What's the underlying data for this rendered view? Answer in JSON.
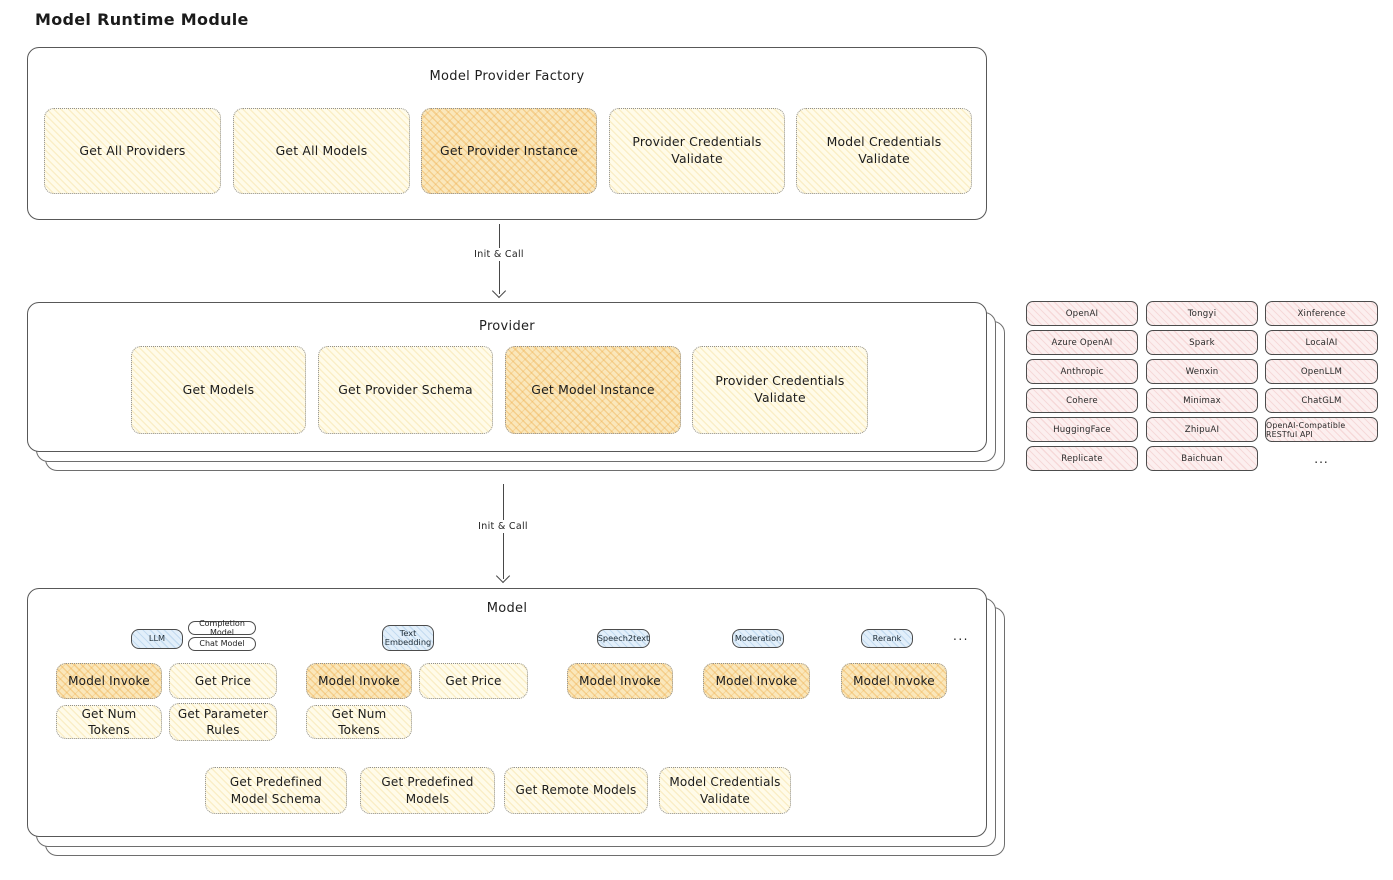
{
  "page_title": "Model Runtime Module",
  "arrows": {
    "label1": "Init & Call",
    "label2": "Init & Call"
  },
  "colors": {
    "node_yellow": "#FFFBE9",
    "node_orange_highlight": "#FAE7BB",
    "vendor_pink": "#FCEFEF",
    "chip_blue": "#E2EFFA",
    "border_dark": "#4c4c4c"
  },
  "factory": {
    "title": "Model Provider Factory",
    "items": [
      "Get All Providers",
      "Get All Models",
      "Get Provider Instance",
      "Provider Credentials Validate",
      "Model Credentials Validate"
    ]
  },
  "provider": {
    "title": "Provider",
    "items": [
      "Get Models",
      "Get Provider Schema",
      "Get Model Instance",
      "Provider Credentials Validate"
    ]
  },
  "vendors": {
    "col1": [
      "OpenAI",
      "Azure OpenAI",
      "Anthropic",
      "Cohere",
      "HuggingFace",
      "Replicate"
    ],
    "col2": [
      "Tongyi",
      "Spark",
      "Wenxin",
      "Minimax",
      "ZhipuAI",
      "Baichuan"
    ],
    "col3": [
      "Xinference",
      "LocalAI",
      "OpenLLM",
      "ChatGLM",
      "OpenAI-Compatible RESTful API"
    ],
    "more": "..."
  },
  "model": {
    "title": "Model",
    "chips": {
      "llm": "LLM",
      "completion": "Completion Model",
      "chat": "Chat Model",
      "text_embedding": "Text Embedding",
      "speech2text": "Speech2text",
      "moderation": "Moderation",
      "rerank": "Rerank",
      "more": "..."
    },
    "functions": {
      "llm": [
        "Model Invoke",
        "Get Price",
        "Get Num Tokens",
        "Get Parameter Rules"
      ],
      "text_embedding": [
        "Model Invoke",
        "Get Price",
        "Get Num Tokens"
      ],
      "speech2text": [
        "Model Invoke"
      ],
      "moderation": [
        "Model Invoke"
      ],
      "rerank": [
        "Model Invoke"
      ]
    },
    "bottom": [
      "Get Predefined Model Schema",
      "Get Predefined Models",
      "Get Remote Models",
      "Model Credentials Validate"
    ]
  }
}
